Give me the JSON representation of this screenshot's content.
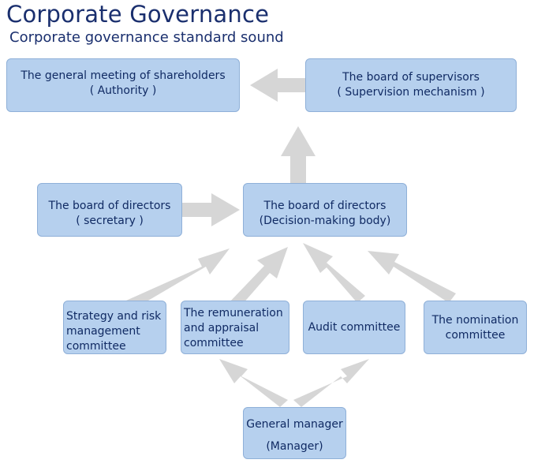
{
  "header": {
    "title": "Corporate Governance",
    "subtitle": "Corporate governance standard sound"
  },
  "nodes": {
    "shareholders": {
      "line1": "The general meeting of shareholders",
      "line2": "( Authority )"
    },
    "supervisors": {
      "line1": "The board of supervisors",
      "line2": "( Supervision mechanism )"
    },
    "directors_secretary": {
      "line1": "The board of directors",
      "line2": "( secretary )"
    },
    "directors_decision": {
      "line1": "The board of directors",
      "line2": "(Decision-making body)"
    },
    "strategy": {
      "line1": "Strategy and risk",
      "line2": "management",
      "line3": "committee"
    },
    "remuneration": {
      "line1": "The remuneration",
      "line2": "and appraisal",
      "line3": "committee"
    },
    "audit": {
      "line1": "Audit committee"
    },
    "nomination": {
      "line1": "The nomination",
      "line2": "committee"
    },
    "manager": {
      "line1": "General manager",
      "line2": "(Manager)"
    }
  },
  "colors": {
    "title": "#1a2f6e",
    "box_fill": "#b6d0ee",
    "box_border": "#8fb0d8",
    "box_text": "#102a63",
    "arrow": "#d6d6d6"
  },
  "edges": [
    {
      "from": "supervisors",
      "to": "shareholders"
    },
    {
      "from": "directors_decision",
      "to": "supervisors"
    },
    {
      "from": "directors_secretary",
      "to": "directors_decision"
    },
    {
      "from": "strategy",
      "to": "directors_decision"
    },
    {
      "from": "remuneration",
      "to": "directors_decision"
    },
    {
      "from": "audit",
      "to": "directors_decision"
    },
    {
      "from": "nomination",
      "to": "directors_decision"
    },
    {
      "from": "manager",
      "to": "remuneration"
    },
    {
      "from": "manager",
      "to": "audit"
    }
  ]
}
